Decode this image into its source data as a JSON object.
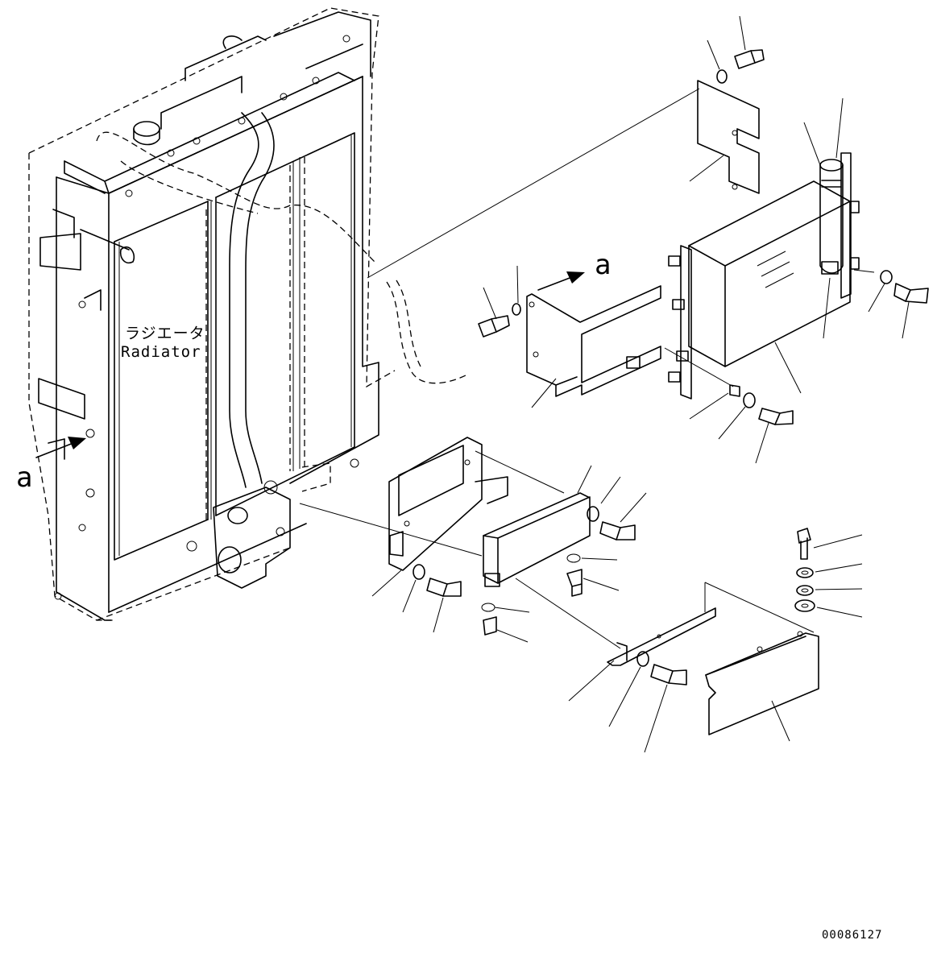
{
  "labels": {
    "radiator_jp": "ラジエータ",
    "radiator_en": "Radiator",
    "view_arrow_a": "a",
    "view_arrow_a_left": "a",
    "drawing_number": "00086127"
  },
  "colors": {
    "line": "#000000",
    "background": "#ffffff"
  }
}
